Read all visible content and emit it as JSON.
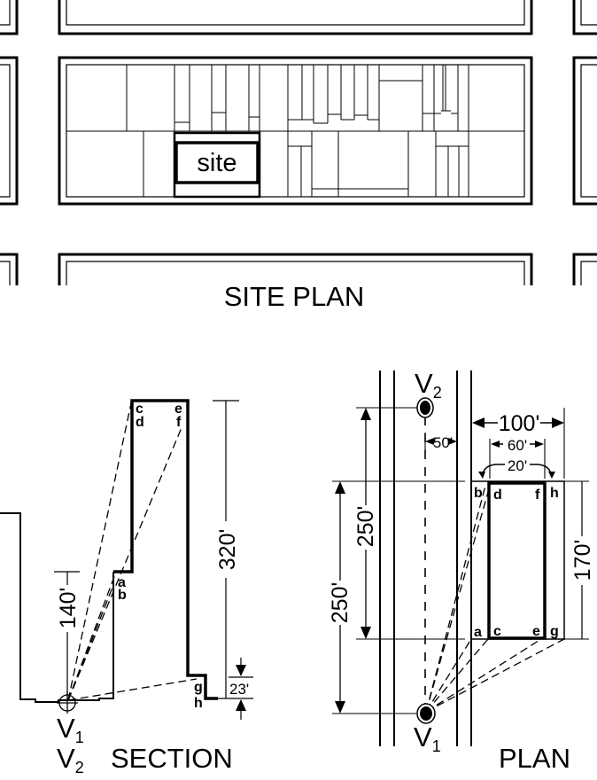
{
  "site_plan": {
    "title": "SITE PLAN",
    "site_label": "site"
  },
  "section": {
    "title": "SECTION",
    "viewpoints": {
      "v1": "V",
      "v1_sub": "1",
      "v2": "V",
      "v2_sub": "2"
    },
    "points": {
      "a": "a",
      "b": "b",
      "c": "c",
      "d": "d",
      "e": "e",
      "f": "f",
      "g": "g",
      "h": "h"
    },
    "dimensions": {
      "height_total": "320'",
      "height_podium": "140'",
      "height_step": "23'"
    }
  },
  "plan": {
    "title": "PLAN",
    "viewpoints": {
      "v1": "V",
      "v1_sub": "1",
      "v2": "V",
      "v2_sub": "2"
    },
    "points": {
      "a": "a",
      "b": "b",
      "c": "c",
      "d": "d",
      "e": "e",
      "f": "f",
      "g": "g",
      "h": "h"
    },
    "dimensions": {
      "width_total": "100'",
      "width_tower": "60'",
      "setback": "20'",
      "street_offset": "50'",
      "depth": "170'",
      "v1_distance": "250'",
      "v2_distance": "250'"
    }
  },
  "colors": {
    "line": "#000000",
    "background": "#ffffff"
  }
}
